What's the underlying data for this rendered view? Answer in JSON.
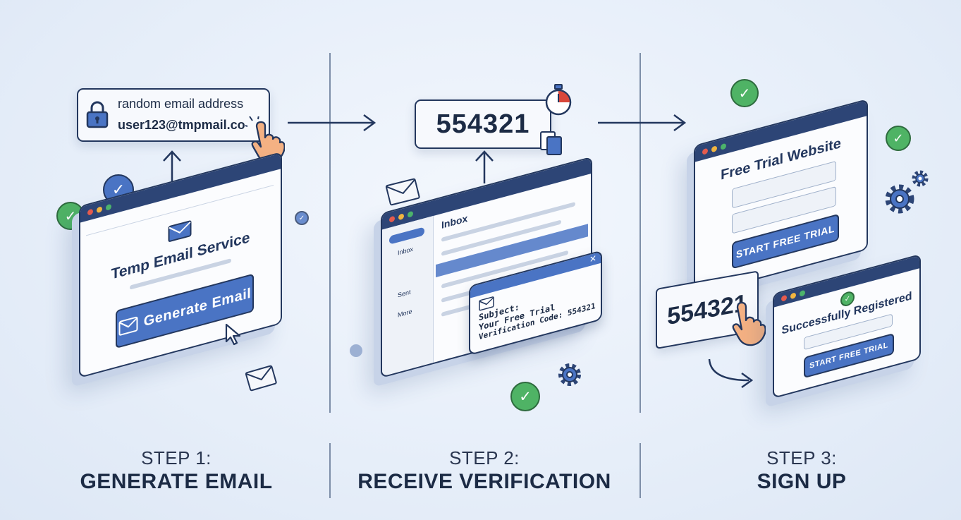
{
  "steps": [
    {
      "label": "STEP 1:",
      "title": "GENERATE EMAIL"
    },
    {
      "label": "STEP 2:",
      "title": "RECEIVE VERIFICATION"
    },
    {
      "label": "STEP 3:",
      "title": "SIGN UP"
    }
  ],
  "step1": {
    "address_card": {
      "caption": "random email address",
      "email": "user123@tmpmail.co"
    },
    "window": {
      "title": "Temp Email Service",
      "button": "Generate Email"
    }
  },
  "step2": {
    "code_card": "554321",
    "inbox": {
      "title": "Inbox",
      "sidebar": [
        "Inbox",
        "Sent",
        "More"
      ]
    },
    "popup": {
      "subject_label": "Subject:",
      "subject_line1": "Your Free Trial",
      "subject_line2": "Verification Code: 554321"
    }
  },
  "step3": {
    "signup": {
      "title": "Free Trial Website",
      "button": "START FREE TRIAL"
    },
    "code_card": "554321",
    "success": {
      "title": "Successfully Registered",
      "button": "START FREE TRIAL"
    }
  },
  "colors": {
    "navy": "#23375e",
    "accent": "#4a74c4",
    "success": "#4fb365",
    "timer_red": "#d9473a"
  },
  "icons": [
    "lock-icon",
    "pointer-hand-icon",
    "envelope-icon",
    "cursor-arrow-icon",
    "stopwatch-icon",
    "copy-icon",
    "gear-icon",
    "check-icon"
  ]
}
